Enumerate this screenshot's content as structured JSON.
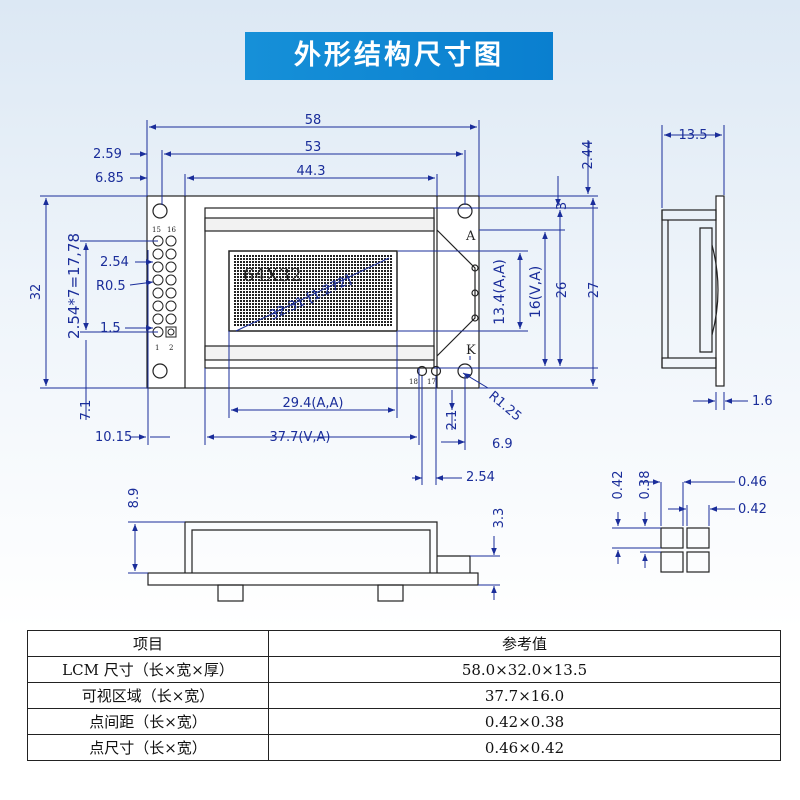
{
  "title": "外形结构尺寸图",
  "dims": {
    "w58": "58",
    "w53": "53",
    "w44_3": "44.3",
    "l2_59": "2.59",
    "l6_85": "6.85",
    "pitch_total": "2.54*7=17,78",
    "h32": "32",
    "pitch": "2.54",
    "r0_5": "R0.5",
    "d1_5": "1.5",
    "d7_1": "7.1",
    "d10_15": "10.15",
    "va_w": "37.7(V,A)",
    "aa_w": "29.4(A,A)",
    "d2_1": "2.1",
    "d6_9": "6.9",
    "d2_54b": "2.54",
    "r1_25": "R1.25",
    "d2_44": "2.44",
    "d3": "3",
    "d26": "26",
    "d27": "27",
    "aa_h": "13.4(A,A)",
    "va_h": "16(V,A)",
    "d13_5": "13.5",
    "d1_6": "1.6",
    "d8_9": "8.9",
    "d3_3": "3.3",
    "d0_42a": "0.42",
    "d0_38": "0.38",
    "d0_46": "0.46",
    "d0_42b": "0.42"
  },
  "labels": {
    "res": "64X32",
    "diag": "32.31 [1.272]",
    "anode": "A",
    "cathode": "K",
    "p15": "15",
    "p16": "16",
    "p1": "1",
    "p2": "2",
    "p18": "18",
    "p17": "17"
  },
  "table": {
    "headers": [
      "项目",
      "参考值"
    ],
    "rows": [
      [
        "LCM 尺寸（长×宽×厚）",
        "58.0×32.0×13.5"
      ],
      [
        "可视区域（长×宽）",
        "37.7×16.0"
      ],
      [
        "点间距（长×宽）",
        "0.42×0.38"
      ],
      [
        "点尺寸（长×宽）",
        "0.46×0.42"
      ]
    ]
  }
}
